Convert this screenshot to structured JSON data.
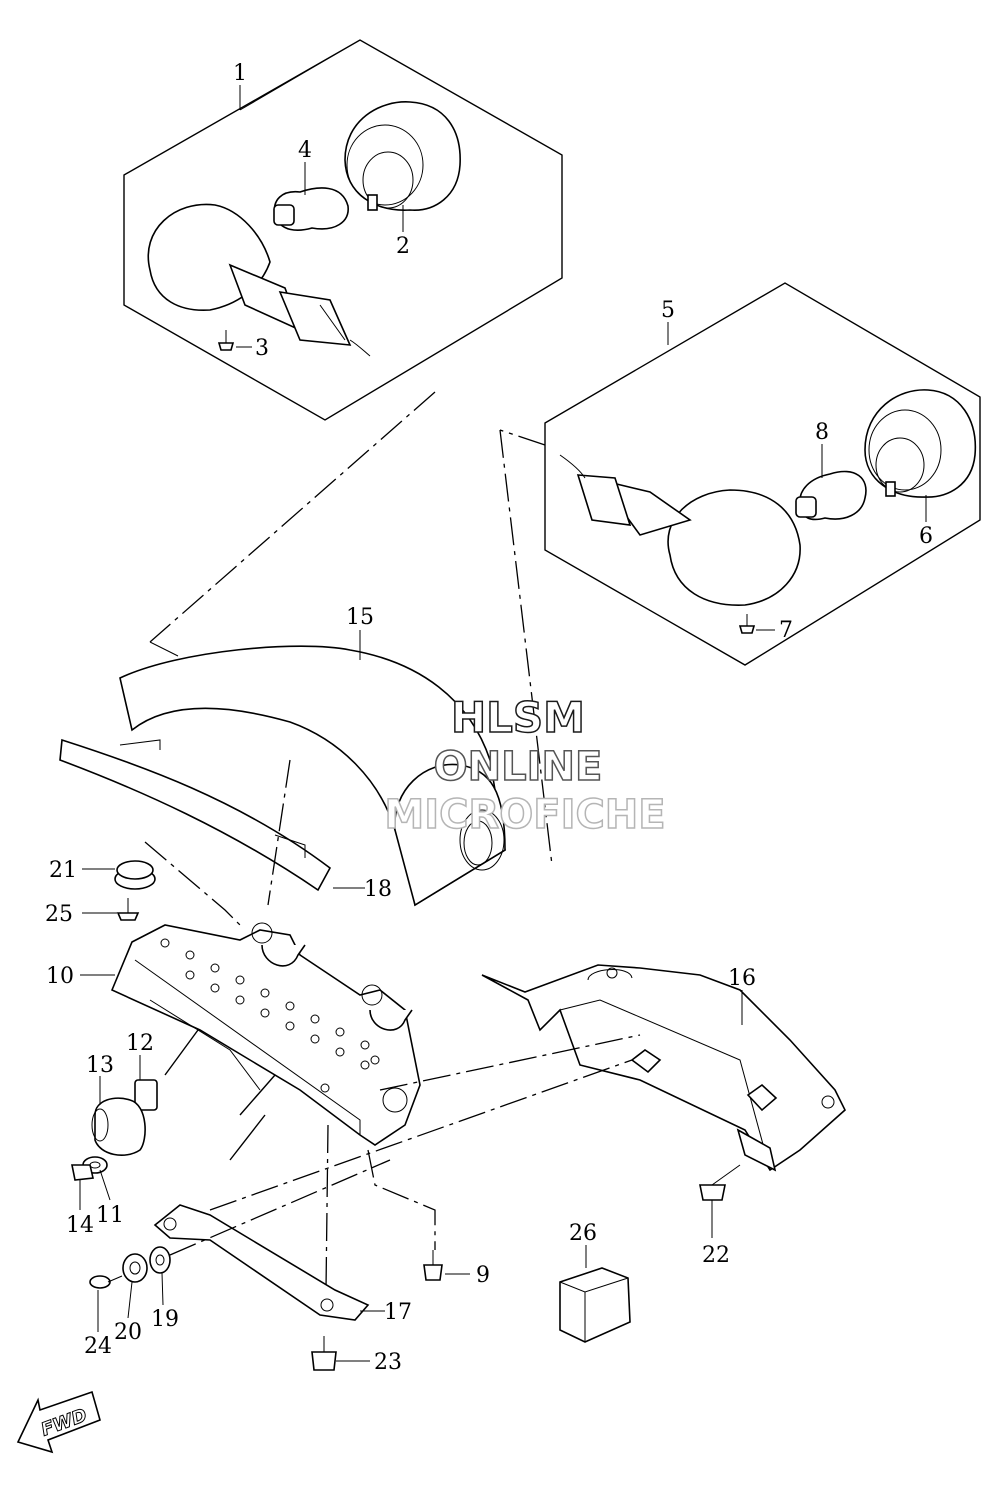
{
  "watermark": {
    "line1": "HLSM",
    "line2": "ONLINE",
    "line3": "MICROFICHE"
  },
  "fwd_arrow": {
    "label": "FWD"
  },
  "callouts": [
    {
      "id": "1",
      "label": "1"
    },
    {
      "id": "2",
      "label": "2"
    },
    {
      "id": "3",
      "label": "3"
    },
    {
      "id": "4",
      "label": "4"
    },
    {
      "id": "5",
      "label": "5"
    },
    {
      "id": "6",
      "label": "6"
    },
    {
      "id": "7",
      "label": "7"
    },
    {
      "id": "8",
      "label": "8"
    },
    {
      "id": "9",
      "label": "9"
    },
    {
      "id": "10",
      "label": "10"
    },
    {
      "id": "11",
      "label": "11"
    },
    {
      "id": "12",
      "label": "12"
    },
    {
      "id": "13",
      "label": "13"
    },
    {
      "id": "14",
      "label": "14"
    },
    {
      "id": "15",
      "label": "15"
    },
    {
      "id": "16",
      "label": "16"
    },
    {
      "id": "17",
      "label": "17"
    },
    {
      "id": "18",
      "label": "18"
    },
    {
      "id": "19",
      "label": "19"
    },
    {
      "id": "20",
      "label": "20"
    },
    {
      "id": "21",
      "label": "21"
    },
    {
      "id": "22",
      "label": "22"
    },
    {
      "id": "23",
      "label": "23"
    },
    {
      "id": "24",
      "label": "24"
    },
    {
      "id": "25",
      "label": "25"
    },
    {
      "id": "26",
      "label": "26"
    }
  ],
  "colors": {
    "line": "#000000",
    "background": "#ffffff",
    "watermark_stroke": "#b5b5b5"
  }
}
